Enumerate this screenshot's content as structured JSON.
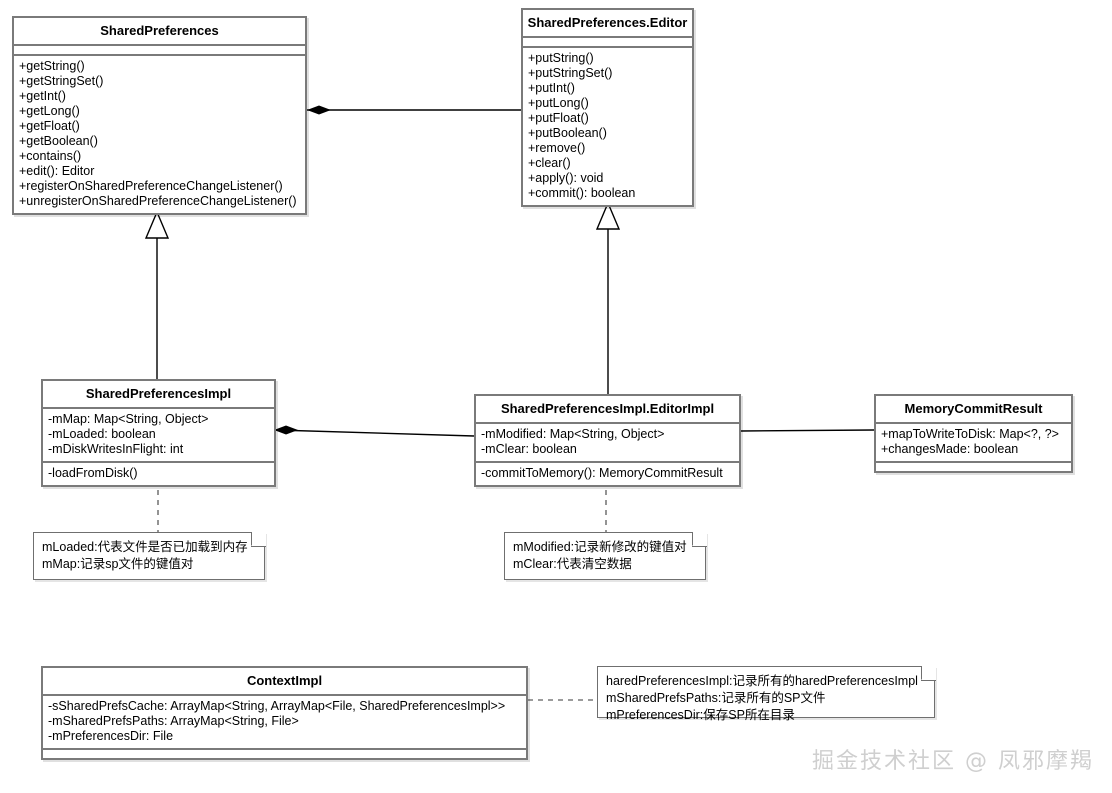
{
  "diagram": {
    "title": "SharedPreferences UML class diagram",
    "watermark": "掘金技术社区 @ 凤邪摩羯",
    "colors": {
      "background": "#ffffff",
      "box_border": "#7a7a7a",
      "note_border": "#6f6f6f",
      "connector": "#000000",
      "watermark": "#cfcfcf"
    }
  },
  "classes": {
    "shared_preferences": {
      "name": "SharedPreferences",
      "attributes": [],
      "methods": [
        "+getString()",
        "+getStringSet()",
        "+getInt()",
        "+getLong()",
        "+getFloat()",
        "+getBoolean()",
        "+contains()",
        "+edit(): Editor",
        "+registerOnSharedPreferenceChangeListener()",
        "+unregisterOnSharedPreferenceChangeListener()"
      ]
    },
    "shared_preferences_editor": {
      "name": "SharedPreferences.Editor",
      "attributes": [],
      "methods": [
        "+putString()",
        "+putStringSet()",
        "+putInt()",
        "+putLong()",
        "+putFloat()",
        "+putBoolean()",
        "+remove()",
        "+clear()",
        "+apply(): void",
        "+commit(): boolean"
      ]
    },
    "shared_preferences_impl": {
      "name": "SharedPreferencesImpl",
      "attributes": [
        "-mMap: Map<String, Object>",
        "-mLoaded: boolean",
        "-mDiskWritesInFlight: int"
      ],
      "methods": [
        "-loadFromDisk()"
      ]
    },
    "editor_impl": {
      "name": "SharedPreferencesImpl.EditorImpl",
      "attributes": [
        "-mModified: Map<String, Object>",
        "-mClear: boolean"
      ],
      "methods": [
        "-commitToMemory(): MemoryCommitResult"
      ]
    },
    "memory_commit_result": {
      "name": "MemoryCommitResult",
      "attributes": [
        "+mapToWriteToDisk: Map<?, ?>",
        "+changesMade: boolean"
      ],
      "methods": []
    },
    "context_impl": {
      "name": "ContextImpl",
      "attributes": [
        "-sSharedPrefsCache: ArrayMap<String, ArrayMap<File, SharedPreferencesImpl>>",
        "-mSharedPrefsPaths: ArrayMap<String, File>",
        "-mPreferencesDir: File"
      ],
      "methods": []
    }
  },
  "notes": {
    "shared_preferences_impl_note": {
      "lines": [
        "mLoaded:代表文件是否已加载到内存",
        "mMap:记录sp文件的键值对"
      ]
    },
    "editor_impl_note": {
      "lines": [
        "mModified:记录新修改的键值对",
        "mClear:代表清空数据"
      ]
    },
    "context_impl_note": {
      "lines": [
        "haredPreferencesImpl:记录所有的haredPreferencesImpl",
        "mSharedPrefsPaths:记录所有的SP文件",
        "mPreferencesDir:保存SP所在目录"
      ]
    }
  },
  "relationships": [
    {
      "name": "composition-sharedpreferences-editor",
      "type": "composition",
      "from": "SharedPreferences",
      "to": "SharedPreferences.Editor",
      "marker": "filled-diamond"
    },
    {
      "name": "generalization-impl-sharedpreferences",
      "type": "realization",
      "from": "SharedPreferencesImpl",
      "to": "SharedPreferences",
      "marker": "hollow-triangle"
    },
    {
      "name": "generalization-editorimpl-editor",
      "type": "realization",
      "from": "SharedPreferencesImpl.EditorImpl",
      "to": "SharedPreferences.Editor",
      "marker": "hollow-triangle"
    },
    {
      "name": "composition-impl-editorimpl",
      "type": "composition",
      "from": "SharedPreferencesImpl",
      "to": "SharedPreferencesImpl.EditorImpl",
      "marker": "filled-diamond"
    },
    {
      "name": "association-editorimpl-memorycommitresult",
      "type": "association",
      "from": "SharedPreferencesImpl.EditorImpl",
      "to": "MemoryCommitResult",
      "marker": "none"
    },
    {
      "name": "note-link-sharedpreferencesimpl",
      "type": "note-link",
      "from": "SharedPreferencesImpl",
      "to": "shared_preferences_impl_note",
      "marker": "dashed"
    },
    {
      "name": "note-link-editorimpl",
      "type": "note-link",
      "from": "SharedPreferencesImpl.EditorImpl",
      "to": "editor_impl_note",
      "marker": "dashed"
    },
    {
      "name": "note-link-contextimpl",
      "type": "note-link",
      "from": "ContextImpl",
      "to": "context_impl_note",
      "marker": "dashed"
    }
  ]
}
